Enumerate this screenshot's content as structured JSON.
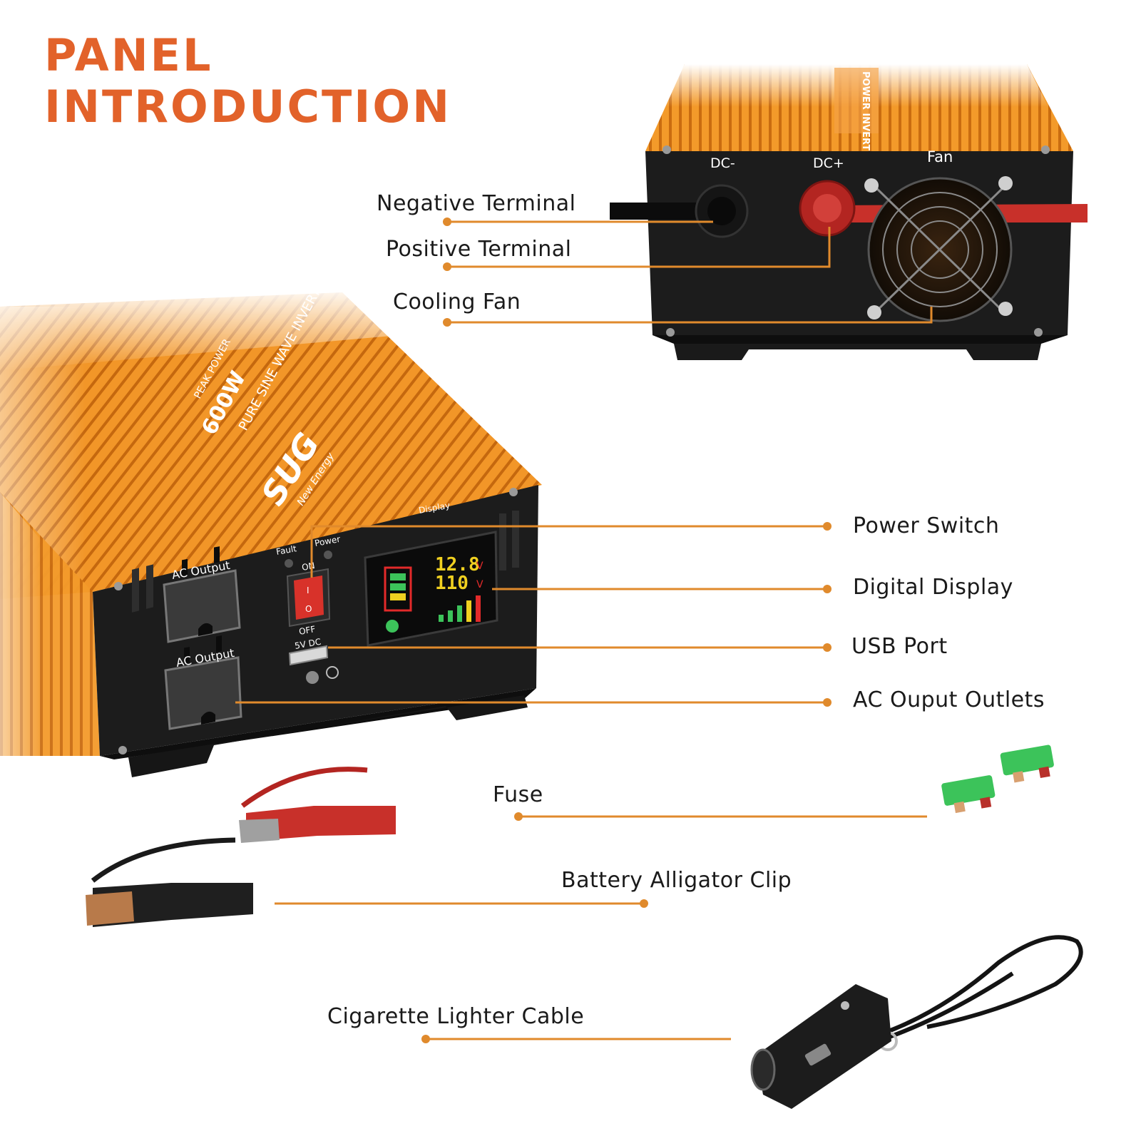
{
  "title": {
    "line1": "PANEL",
    "line2": "INTRODUCTION"
  },
  "rear_panel": {
    "dc_minus_label": "DC-",
    "dc_plus_label": "DC+",
    "fan_label": "Fan",
    "top_brand_text": "POWER INVERTER"
  },
  "front_panel": {
    "brand": "SUG",
    "brand_sub": "New Energy",
    "model_text": "600W",
    "model_sub": "PURE SINE WAVE INVERTER",
    "peak_text": "PEAK POWER",
    "ac_output_label_1": "AC Output",
    "ac_output_label_2": "AC Output",
    "fault_label": "Fault",
    "power_label": "Power",
    "display_label": "Display",
    "on_label": "ON",
    "off_label": "OFF",
    "usb_label": "5V DC",
    "switch_on_mark": "I",
    "switch_off_mark": "O",
    "display_value_1": "12.8",
    "display_unit_1": "V",
    "display_value_2": "110",
    "display_unit_2": "V"
  },
  "callouts": {
    "negative_terminal": "Negative Terminal",
    "positive_terminal": "Positive Terminal",
    "cooling_fan": "Cooling Fan",
    "power_switch": "Power Switch",
    "digital_display": "Digital Display",
    "usb_port": "USB Port",
    "ac_outlets": "AC Ouput Outlets",
    "fuse": "Fuse",
    "alligator_clip": "Battery Alligator Clip",
    "cigarette_cable": "Cigarette Lighter Cable"
  },
  "colors": {
    "title": "#e2622a",
    "leader": "#e08a2c",
    "housing_orange": "#f08c1c",
    "panel_black": "#1c1c1c",
    "clip_red": "#c8302a",
    "fuse_green": "#3cc35a"
  }
}
